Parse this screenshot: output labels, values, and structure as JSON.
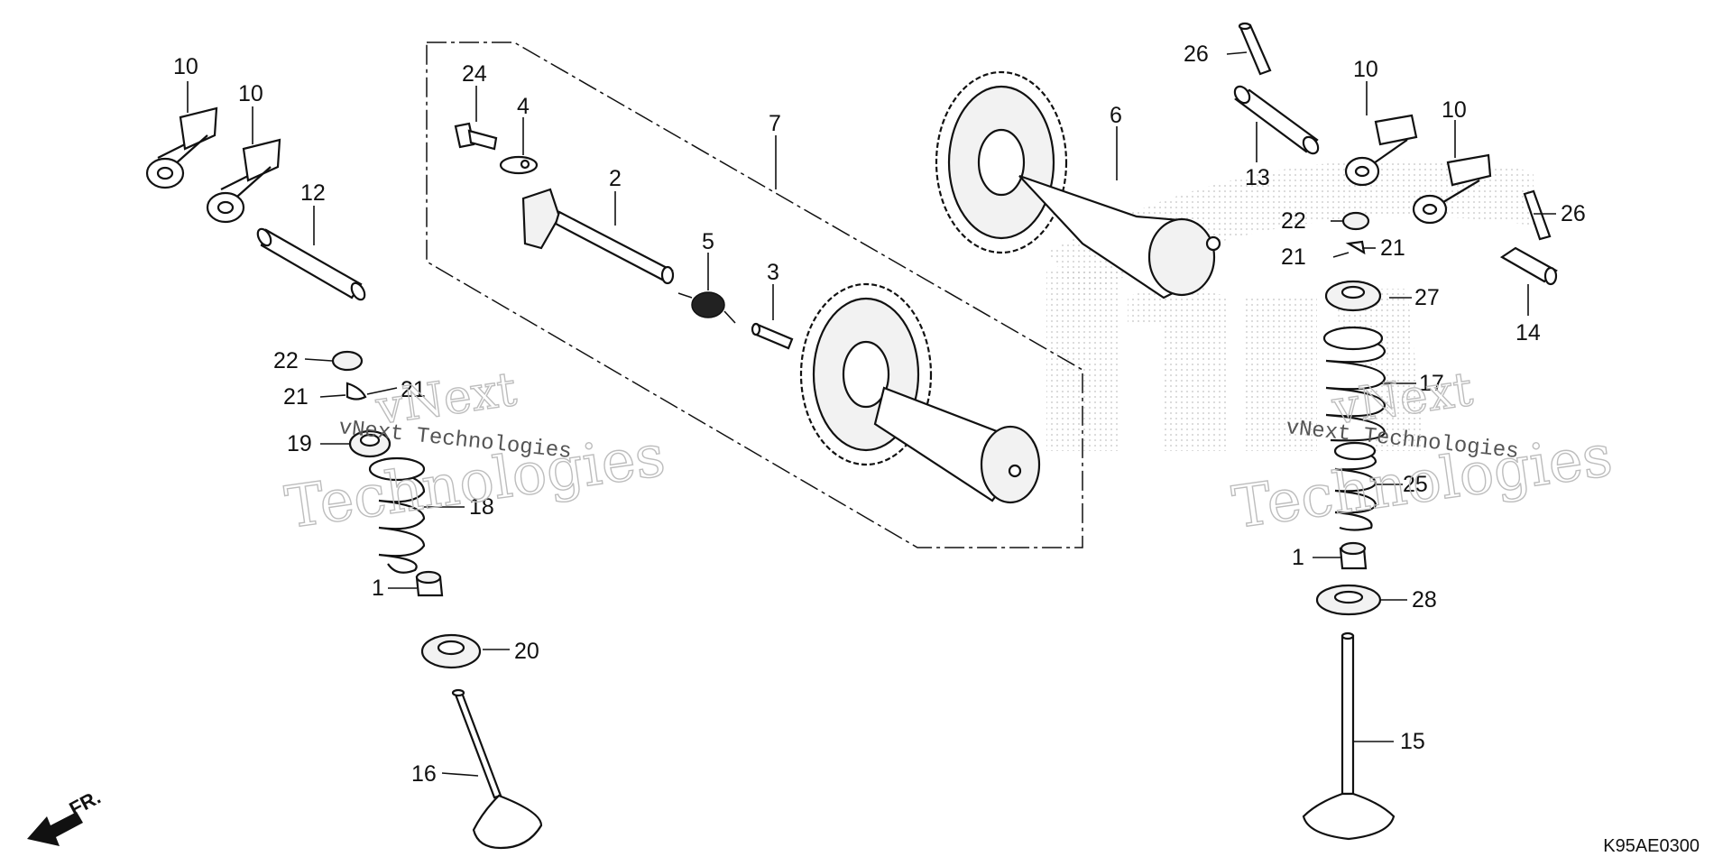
{
  "callouts": {
    "c1a": "1",
    "c1b": "1",
    "c2": "2",
    "c3": "3",
    "c4": "4",
    "c5": "5",
    "c6": "6",
    "c7": "7",
    "c10a": "10",
    "c10b": "10",
    "c10c": "10",
    "c10d": "10",
    "c12": "12",
    "c13": "13",
    "c14": "14",
    "c15": "15",
    "c16": "16",
    "c17": "17",
    "c18": "18",
    "c19": "19",
    "c20": "20",
    "c21a": "21",
    "c21b": "21",
    "c21c": "21",
    "c21d": "21",
    "c22a": "22",
    "c22b": "22",
    "c24": "24",
    "c25": "25",
    "c26a": "26",
    "c26b": "26",
    "c27": "27",
    "c28": "28"
  },
  "front_arrow": {
    "label": "FR."
  },
  "watermark": {
    "line1": "vNext",
    "line2": "Technologies",
    "small": "vNext Technologies"
  },
  "diagram_code": "K95AE0300"
}
